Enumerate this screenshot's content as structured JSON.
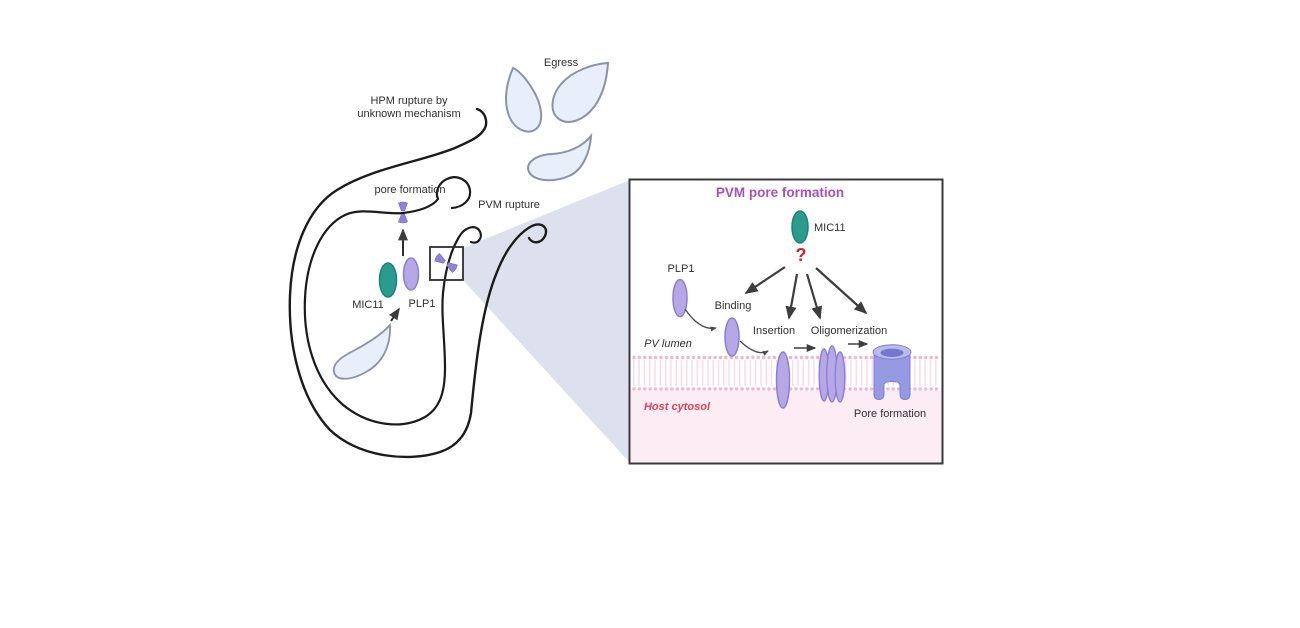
{
  "left_diagram": {
    "egress_label": "Egress",
    "hpm_rupture_label": "HPM rupture by\nunknown mechanism",
    "pore_formation_label": "pore formation",
    "pvm_rupture_label": "PVM rupture",
    "mic11_label": "MIC11",
    "plp1_label": "PLP1"
  },
  "inset": {
    "title": "PVM pore formation",
    "mic11_label": "MIC11",
    "question_mark": "?",
    "plp1_label": "PLP1",
    "steps": {
      "binding": "Binding",
      "insertion": "Insertion",
      "oligomerization": "Oligomerization",
      "pore_formation": "Pore formation"
    },
    "compartments": {
      "pv_lumen": "PV lumen",
      "host_cytosol": "Host cytosol"
    }
  },
  "colors": {
    "teal_protein": "#2a9c8e",
    "teal_protein_stroke": "#1d8276",
    "purple_protein": "#b6a8e7",
    "purple_protein_stroke": "#8d7ed2",
    "pore_purple": "#8f82d9",
    "cylinder_body": "#959ae2",
    "cylinder_rim": "#b9bdec",
    "cylinder_hole": "#7478cf",
    "title_purple": "#a84fc4",
    "question_red": "#d1202f",
    "host_cytosol_red": "#e04355",
    "membrane_dot_pink": "#f3b7cd",
    "lipid_tail_pink": "#fadbe7",
    "host_pink_bg": "#fcedf4",
    "beam_gray": "#dce1ed",
    "parasite_fill": "#e9effa",
    "parasite_stroke": "#8a93a3",
    "line_dark": "#3d3d3d"
  }
}
